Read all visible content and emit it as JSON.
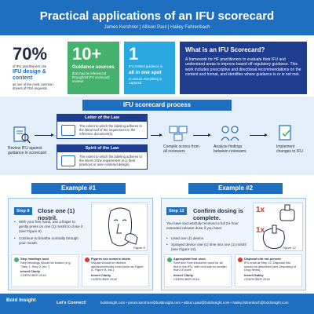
{
  "header": {
    "title": "Practical applications of an IFU scorecard",
    "authors": "James Kershner  |  Allison Paul  |  Hailey Fahrenbach"
  },
  "stats": {
    "stat1": {
      "num": "70%",
      "pre": "of IFU practitioners cite",
      "big": "IFU design & content",
      "post": "as one of the most common drivers of FDA requests."
    },
    "stat2": {
      "num": "10+",
      "big": "Guidance sources",
      "post": "that may be referenced throughout IFU scorecard reviews"
    },
    "stat3": {
      "num": "1",
      "pre": "IFU related guidance is",
      "big": "all in one spot",
      "post": "to ensure everything is captured"
    }
  },
  "what": {
    "heading": "What is an IFU Scorecard?",
    "body": "A framework for HF practitioners to evaluate their IFU and understand areas to improve based off regulatory guidance. This work includes prescriptive and directional recommendations on the content and format, and identifies where guidance is or is not met."
  },
  "process": {
    "heading": "IFU scorecard process",
    "review": "Review IFU against guidance in scorecard",
    "letter_title": "Letter of the Law",
    "letter_text": "The extent to which the labeling adheres to the literal text of the requirement in the reference document(s).",
    "spirit_title": "Spirit of the Law",
    "spirit_text": "The extent to which the labeling adheres to the intent of the requirement (e.g. best practices or user-centered design).",
    "compile": "Compile scores from all reviewers",
    "analyze": "Analyze findings between reviewers",
    "implement": "Implement changes to IFU"
  },
  "example1": {
    "heading": "Example #1",
    "step": "Step 8",
    "title": "Close one (1) nostril.",
    "bullets": [
      "With your free hand, use a finger to gently press on one (1) nostril to close it (see Figure 8).",
      "Continue to breathe normally through your mouth."
    ],
    "figure": "Figure 8",
    "note1_head": "Step headings bold",
    "note1_text": "Step headings should be bolded (e.g. \"Step 1, Step 2, etc.\")",
    "note1_tag": "Inherit Clarity",
    "note1_src": "CDER/CBER 2018",
    "note2_head": "Figures use numeric labels",
    "note2_text": "Visuals should be labeled alphanumerically most (such as Figure A, Figure B, etc.)",
    "note2_tag": "Inherit Clarity",
    "note2_src": "CDER/CBER 2018"
  },
  "example2": {
    "heading": "Example #2",
    "step": "Step 12",
    "title": "Confirm dosing is complete.",
    "intro": "You have successfully received a full 24-hour extended release dose if you have:",
    "bullets": [
      "Used one (1) device.",
      "Sprayed device one (1) time into one (1) nostril (see Figure 12)."
    ],
    "mark": "1x",
    "figure": "Figure 12",
    "note1_head": "Appropriate font used",
    "note1_text": "Serif and Font should be used for all text in the IFU, with font size no smaller than 10 point.",
    "note1_tag": "Inherit Clarity",
    "note1_src": "CDER/CBER 2018",
    "note2_head": "Disposal info not present",
    "note2_text": "IFU ends at Step 12. Disposal info should be described (see Disposing of Drug Items).",
    "note2_tag": "Inherit Safety",
    "note2_src": "CDER/CBER 2018"
  },
  "footer": {
    "logo": "Bold Insight",
    "connect": "Let's Connect!",
    "contacts": "boldinsight.com  •  james.kershner@boldinsight.com  •  allison.paul@boldinsight.com  •  hailey.fahrenbach@boldinsight.com"
  },
  "colors": {
    "brand_blue": "#1e6fc0",
    "navy": "#1e3d8f",
    "green": "#46b06d",
    "cyan": "#2aa8e0",
    "alert_red": "#e2342e"
  }
}
